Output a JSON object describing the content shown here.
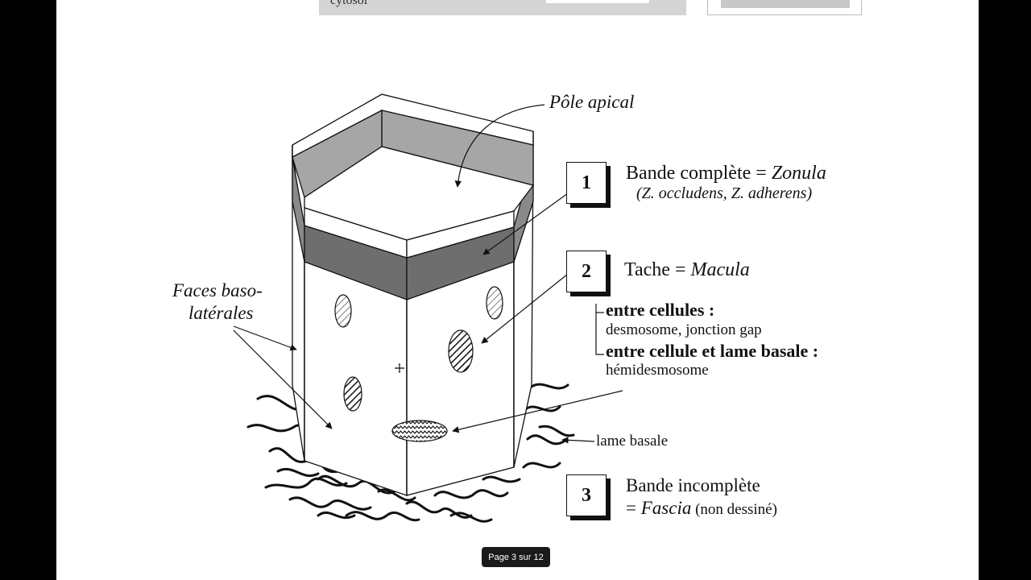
{
  "top_fragment": "cytosol",
  "labels": {
    "pole_apical": "Pôle apical",
    "faces_line1": "Faces baso-",
    "faces_line2": "latérales",
    "lame_basale": "lame basale"
  },
  "legend": [
    {
      "number": "1",
      "title_plain": "Bande complète = ",
      "title_italic": "Zonula",
      "subtitle": "(Z. occludens, Z. adherens)"
    },
    {
      "number": "2",
      "title_plain": "Tache = ",
      "title_italic": "Macula",
      "sub1_head": "entre cellules :",
      "sub1_text": "desmosome, jonction gap",
      "sub2_head": "entre cellule et lame basale :",
      "sub2_text": "hémidesmosome"
    },
    {
      "number": "3",
      "title_line1": "Bande incomplète",
      "title_line2_prefix": "= ",
      "title_line2_italic": "Fascia",
      "title_line2_suffix": " (non dessiné)"
    }
  ],
  "page_indicator": "Page 3 sur 12",
  "colors": {
    "zonula_band_light": "#a6a6a6",
    "zonula_band_dark": "#6e6e6e",
    "viewer_background": "#000000"
  },
  "icons": {
    "cursor": "move-cursor-icon"
  }
}
